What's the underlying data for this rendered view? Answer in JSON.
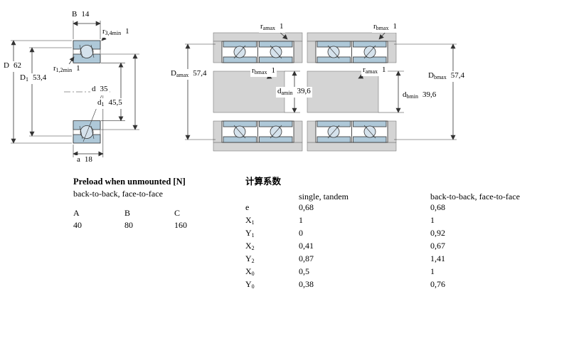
{
  "colors": {
    "ring_blue": "#aec8d8",
    "ball_fill": "#d5e2ec",
    "housing_gray": "#d4d4d4",
    "line": "#333333"
  },
  "single_drawing": {
    "dims": {
      "B": {
        "base": "B",
        "sub": "",
        "value": "14"
      },
      "r34": {
        "base": "r",
        "sub": "3,4min",
        "value": "1"
      },
      "D": {
        "base": "D",
        "sub": "",
        "value": "62"
      },
      "D1": {
        "base": "D",
        "sub": "1",
        "value": "53,4"
      },
      "r12": {
        "base": "r",
        "sub": "1,2min",
        "value": "1"
      },
      "d": {
        "base": "d",
        "sub": "",
        "value": "35"
      },
      "d1": {
        "base": "d",
        "sub": "1",
        "value": "45,5"
      },
      "a": {
        "base": "a",
        "sub": "",
        "value": "18"
      }
    }
  },
  "pair_back_to_back": {
    "dims": {
      "ra_top": {
        "base": "r",
        "sub": "amax",
        "value": "1"
      },
      "Da": {
        "base": "D",
        "sub": "amax",
        "value": "57,4"
      },
      "rb_mid": {
        "base": "r",
        "sub": "bmax",
        "value": "1"
      },
      "da_min": {
        "base": "d",
        "sub": "amin",
        "value": "39,6"
      }
    }
  },
  "pair_face_to_face": {
    "dims": {
      "rb_top": {
        "base": "r",
        "sub": "bmax",
        "value": "1"
      },
      "ra_mid": {
        "base": "r",
        "sub": "amax",
        "value": "1"
      },
      "Db": {
        "base": "D",
        "sub": "bmax",
        "value": "57,4"
      },
      "db_min": {
        "base": "d",
        "sub": "bmin",
        "value": "39,6"
      }
    }
  },
  "preload_table": {
    "title": "Preload when unmounted [N]",
    "subtitle": "back-to-back, face-to-face",
    "headers": [
      "A",
      "B",
      "C"
    ],
    "values": [
      "40",
      "80",
      "160"
    ]
  },
  "factors_table": {
    "title": "计算系数",
    "col1_header": "single, tandem",
    "col2_header": "back-to-back, face-to-face",
    "rows": [
      {
        "base": "e",
        "sub": "",
        "v1": "0,68",
        "v2": "0,68"
      },
      {
        "base": "X",
        "sub": "1",
        "v1": "1",
        "v2": "1"
      },
      {
        "base": "Y",
        "sub": "1",
        "v1": "0",
        "v2": "0,92"
      },
      {
        "base": "X",
        "sub": "2",
        "v1": "0,41",
        "v2": "0,67"
      },
      {
        "base": "Y",
        "sub": "2",
        "v1": "0,87",
        "v2": "1,41"
      },
      {
        "base": "X",
        "sub": "0",
        "v1": "0,5",
        "v2": "1"
      },
      {
        "base": "Y",
        "sub": "0",
        "v1": "0,38",
        "v2": "0,76"
      }
    ]
  }
}
